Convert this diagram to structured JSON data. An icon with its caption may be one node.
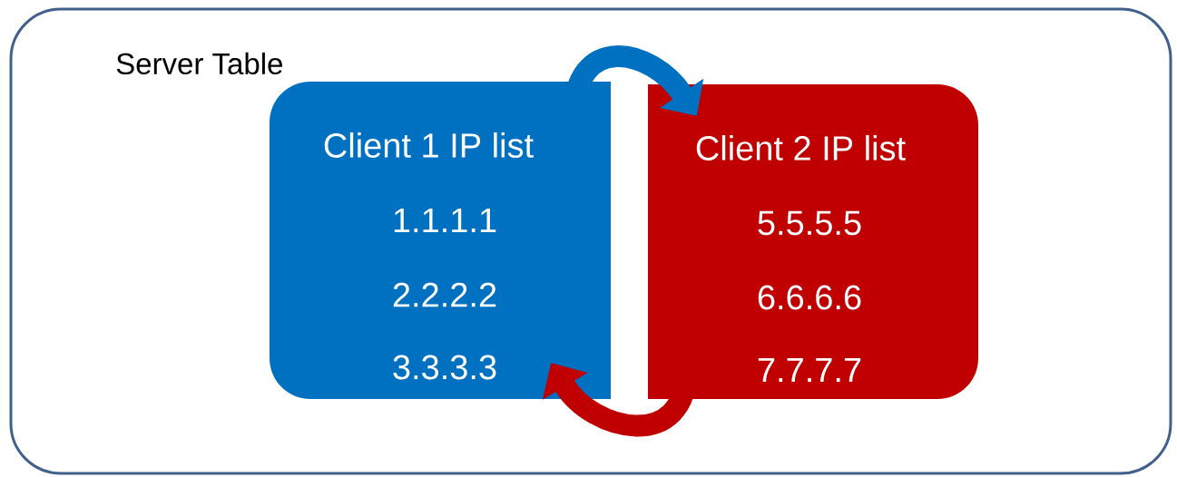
{
  "diagram": {
    "nodes": [
      {
        "text": [
          "Server Table"
        ]
      },
      {
        "text": [
          "Client 1 IP list",
          "1.1.1.1",
          "2.2.2.2",
          "3.3.3.3"
        ],
        "in": 0
      },
      {
        "text": [
          "Client 2 IP list",
          "5.5.5.5",
          "6.6.6.6",
          "7.7.7.7"
        ],
        "in": 0
      }
    ],
    "edges": [
      {
        "from": 1,
        "to": 2,
        "arrow": "to",
        "color": "#0070c0"
      },
      {
        "from": 2,
        "to": 1,
        "arrow": "to",
        "color": "#c00000"
      }
    ]
  }
}
